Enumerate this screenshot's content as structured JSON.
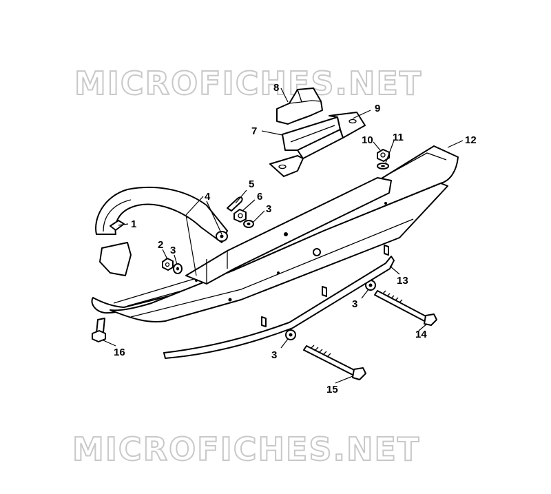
{
  "watermark_text": "MICROFICHES.NET",
  "callouts": [
    {
      "id": "c1",
      "label": "1"
    },
    {
      "id": "c2",
      "label": "2"
    },
    {
      "id": "c3a",
      "label": "3"
    },
    {
      "id": "c3b",
      "label": "3"
    },
    {
      "id": "c3c",
      "label": "3"
    },
    {
      "id": "c3d",
      "label": "3"
    },
    {
      "id": "c4",
      "label": "4"
    },
    {
      "id": "c5",
      "label": "5"
    },
    {
      "id": "c6",
      "label": "6"
    },
    {
      "id": "c7",
      "label": "7"
    },
    {
      "id": "c8",
      "label": "8"
    },
    {
      "id": "c9",
      "label": "9"
    },
    {
      "id": "c10",
      "label": "10"
    },
    {
      "id": "c11",
      "label": "11"
    },
    {
      "id": "c12",
      "label": "12"
    },
    {
      "id": "c13",
      "label": "13"
    },
    {
      "id": "c14",
      "label": "14"
    },
    {
      "id": "c15",
      "label": "15"
    },
    {
      "id": "c16",
      "label": "16"
    }
  ]
}
